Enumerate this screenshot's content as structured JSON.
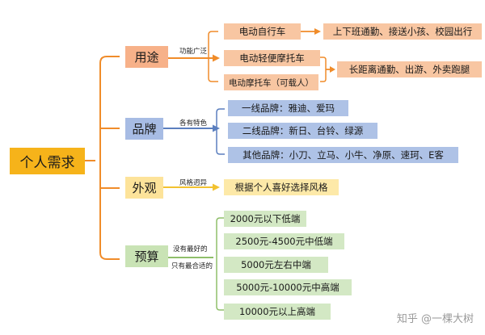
{
  "root": "个人需求",
  "categories": {
    "usage": "用途",
    "brand": "品牌",
    "appearance": "外观",
    "budget": "预算"
  },
  "edge_labels": {
    "usage": "功能广泛",
    "brand": "各有特色",
    "appearance": "风格迥异",
    "budget_line1": "没有最好的",
    "budget_line2": "只有最合适的"
  },
  "usage_items": [
    "电动自行车",
    "电动轻便摩托车",
    "电动摩托车（可载人）"
  ],
  "usage_results": [
    "上下班通勤、接送小孩、校园出行",
    "长距离通勤、出游、外卖跑腿"
  ],
  "brand_items": [
    "一线品牌：雅迪、爱玛",
    "二线品牌：新日、台铃、绿源",
    "其他品牌：小刀、立马、小牛、净原、速珂、E客"
  ],
  "appearance_items": [
    "根据个人喜好选择风格"
  ],
  "budget_items": [
    "2000元以下低端",
    "2500元-4500元中低端",
    "5000元左右中端",
    "5000元-10000元中高端",
    "10000元以上高端"
  ],
  "colors": {
    "root": "#f6b31a",
    "usage": "#f8c6a2",
    "brand": "#aec2e6",
    "appearance": "#fde9a8",
    "budget": "#d3e8c4",
    "line": "#f08c2a"
  },
  "watermark": "知乎 @一棵大树"
}
